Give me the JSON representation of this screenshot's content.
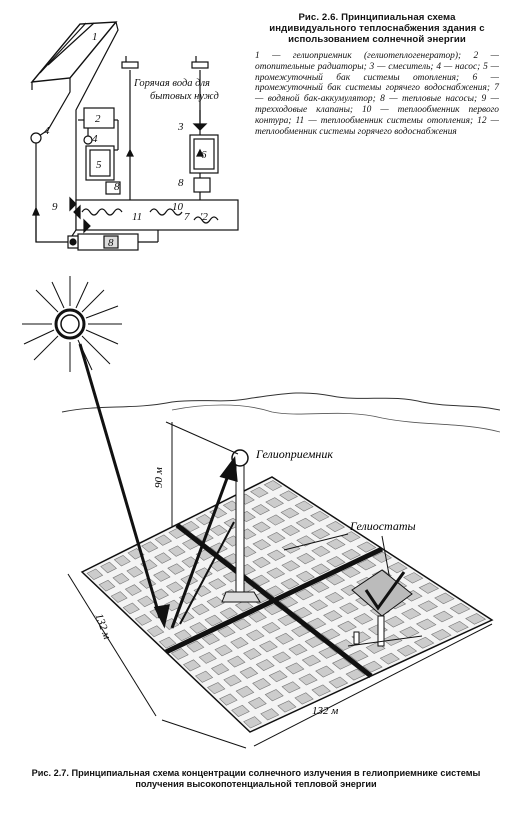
{
  "figure_2_6": {
    "caption_title": "Рис. 2.6. Принципиальная схема индивидуального теплоснабжения здания с использованием солнечной энергии",
    "legend": "1 — гелиоприемник (гелиотеплогенератор); 2 — отопительные радиаторы; 3 — смеситель; 4 — насос; 5 — промежуточный бак системы отопления; 6 — промежуточный бак системы горячего водоснабжения; 7 — водяной бак-аккумулятор; 8 — тепловые насосы; 9 — трехходовые клапаны; 10 — теплообменник первого контура; 11 — теплообменник системы отопления; 12 — теплообменник системы горячего водоснабжения",
    "diagram_labels": {
      "hot_water_line1": "Горячая вода для",
      "hot_water_line2": "бытовых нужд",
      "n1": "1",
      "n2": "2",
      "n3": "3",
      "n4": "4",
      "n4b": "4",
      "n5": "5",
      "n6": "6",
      "n7": "7",
      "n8a": "8",
      "n8b": "8",
      "n8c": "8",
      "n9": "9",
      "n10": "10",
      "n11": "11",
      "n12": "'2"
    }
  },
  "figure_2_7": {
    "caption": "Рис. 2.7. Принципиальная схема концентрации солнечного излучения в гелиоприемнике системы получения высокопотенциальной тепловой энергии",
    "labels": {
      "receiver": "Гелиоприемник",
      "heliostats": "Гелиостаты",
      "height": "90 м",
      "side_a": "132 м",
      "side_b": "132 м"
    }
  }
}
